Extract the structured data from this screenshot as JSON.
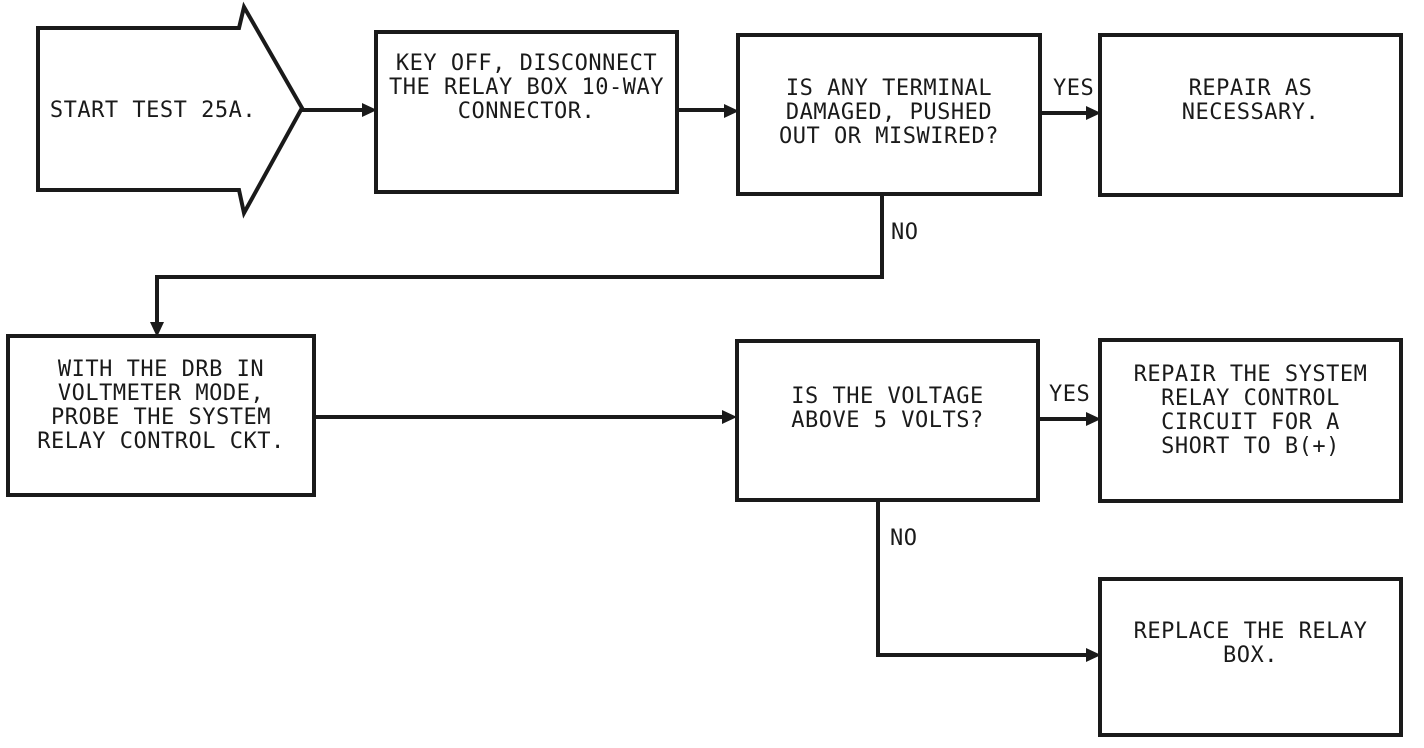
{
  "page": {
    "background": "#ffffff",
    "ink": "#1a1a1a"
  },
  "flowchart": {
    "start": {
      "label": "START TEST 25A."
    },
    "nodes": [
      {
        "id": "disconnect-connector",
        "text": "KEY OFF, DISCONNECT\nTHE RELAY BOX 10-WAY\nCONNECTOR."
      },
      {
        "id": "terminal-check",
        "text": "IS ANY TERMINAL\nDAMAGED, PUSHED\nOUT OR MISWIRED?"
      },
      {
        "id": "repair-as-necessary",
        "text": "REPAIR AS\nNECESSARY."
      },
      {
        "id": "drb-voltmeter-probe",
        "text": "WITH THE DRB IN\nVOLTMETER MODE,\nPROBE THE SYSTEM\nRELAY CONTROL CKT."
      },
      {
        "id": "voltage-check",
        "text": "IS THE VOLTAGE\nABOVE 5 VOLTS?"
      },
      {
        "id": "repair-short-to-b-plus",
        "text": "REPAIR THE SYSTEM\nRELAY CONTROL\nCIRCUIT FOR A\nSHORT TO B(+)"
      },
      {
        "id": "replace-relay-box",
        "text": "REPLACE THE RELAY\nBOX."
      }
    ],
    "labels": {
      "yes1": "YES",
      "no1": "NO",
      "yes2": "YES",
      "no2": "NO"
    }
  }
}
